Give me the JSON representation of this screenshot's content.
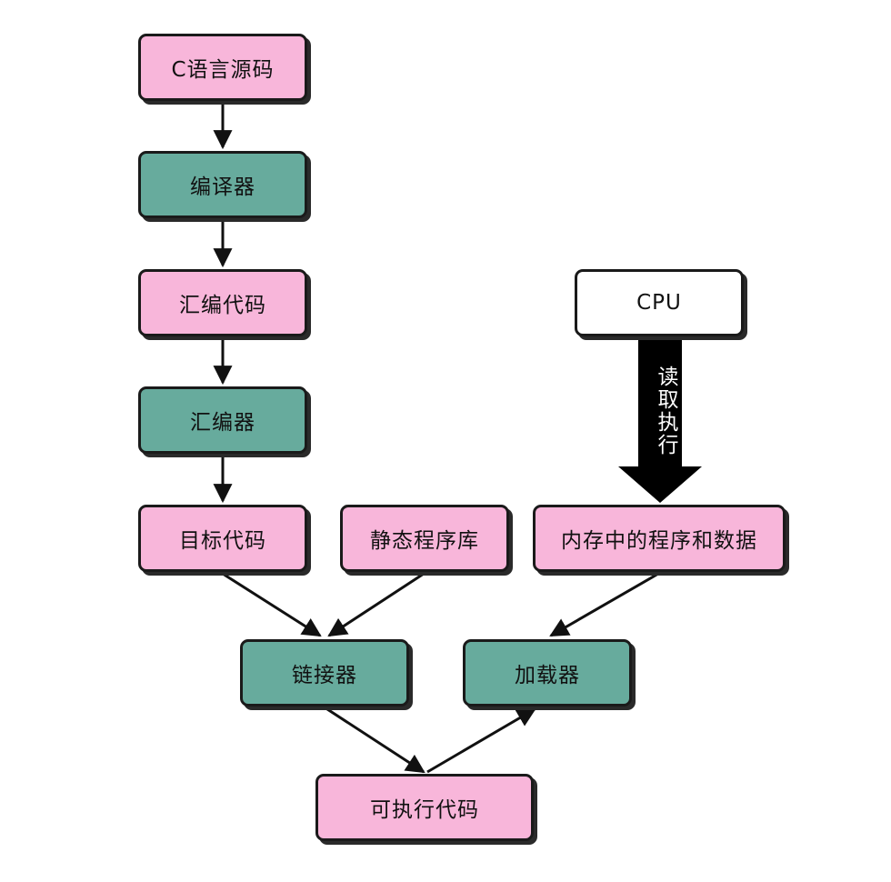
{
  "diagram": {
    "nodes": {
      "c_source": "C语言源码",
      "compiler": "编译器",
      "asm_code": "汇编代码",
      "assembler": "汇编器",
      "object_code": "目标代码",
      "static_lib": "静态程序库",
      "memory": "内存中的程序和数据",
      "cpu": "CPU",
      "linker": "链接器",
      "loader": "加载器",
      "executable": "可执行代码"
    },
    "cpu_arrow_label": "读取执行",
    "colors": {
      "input_node": "#f8b6da",
      "tool_node": "#67ab9d",
      "cpu_node": "#ffffff",
      "edge": "#111111"
    }
  }
}
